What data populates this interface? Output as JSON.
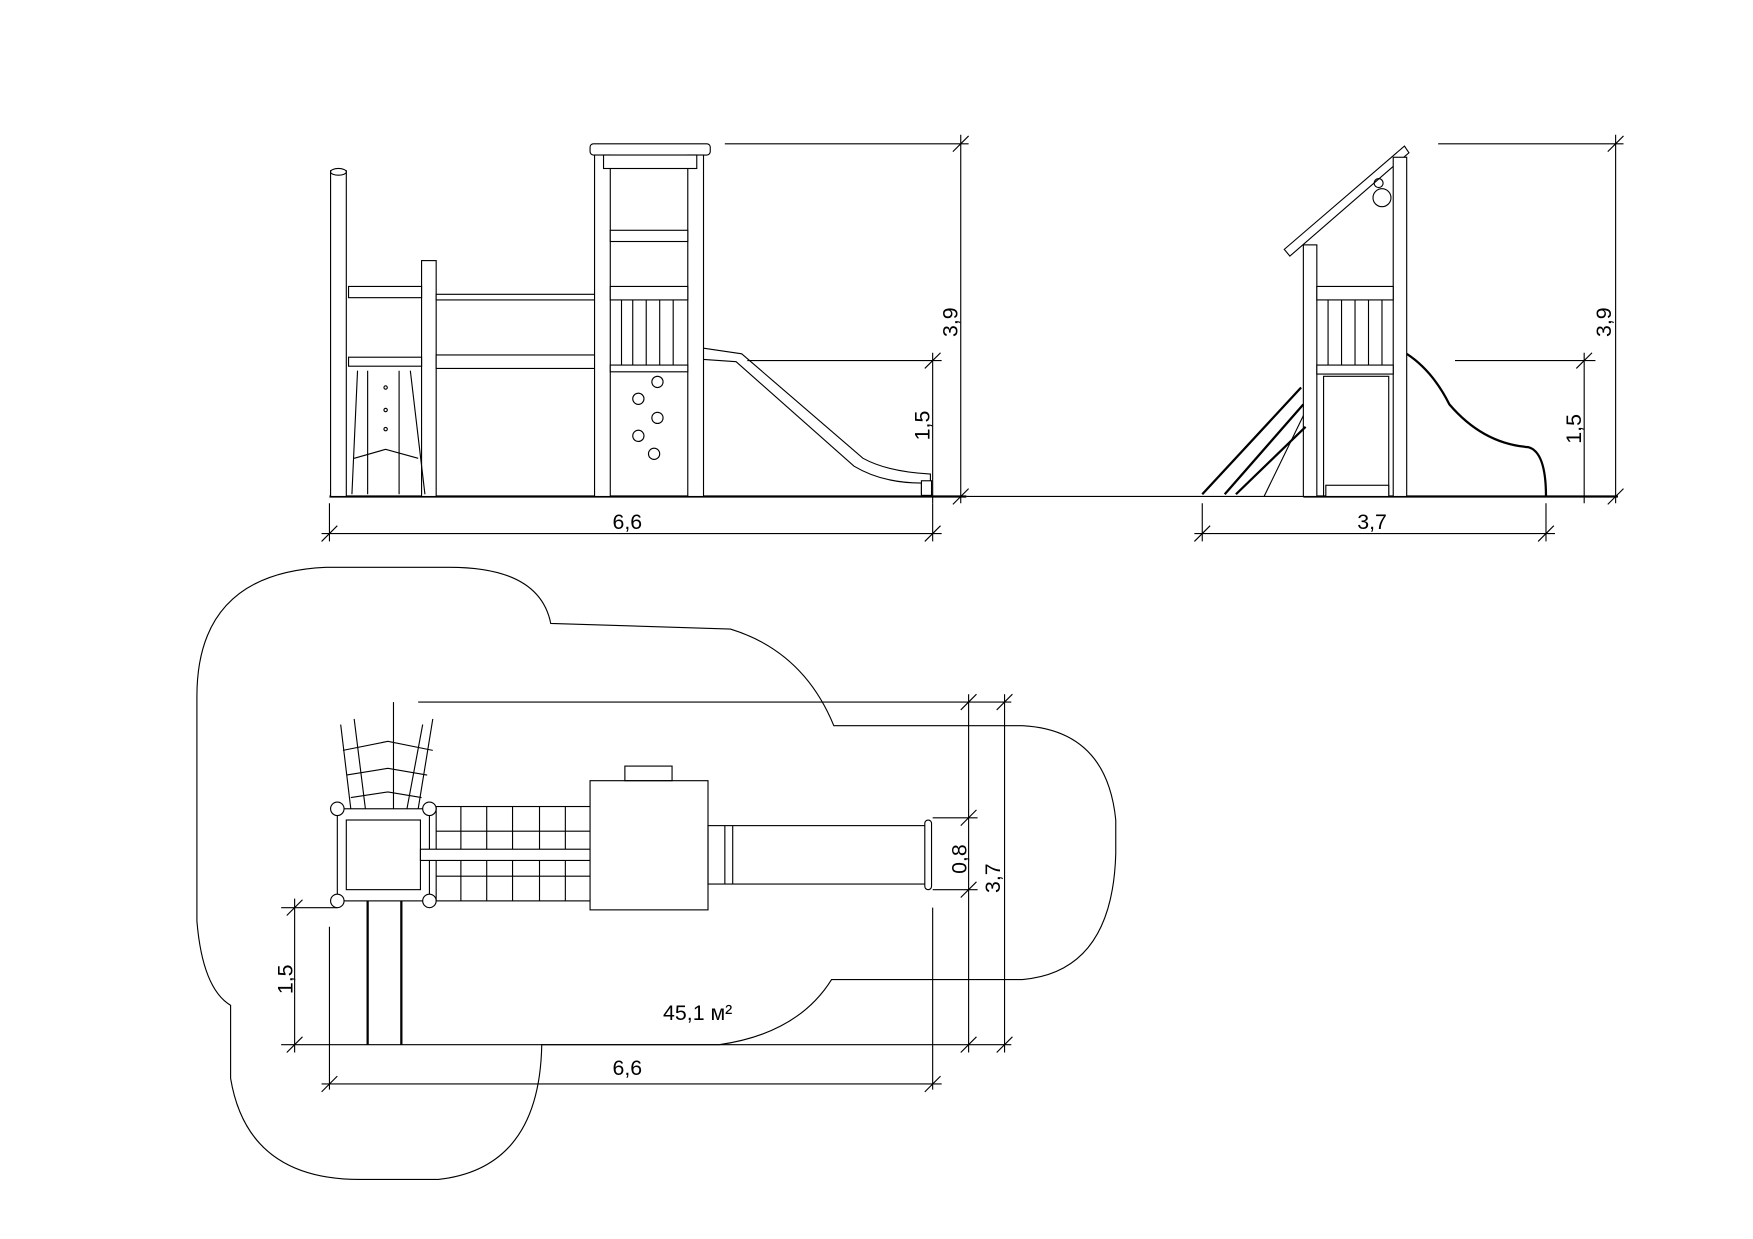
{
  "front_view": {
    "height_total": "3,9",
    "platform_height": "1,5",
    "width": "6,6"
  },
  "side_view": {
    "height_total": "3,9",
    "platform_height": "1,5",
    "width": "3,7"
  },
  "plan_view": {
    "slide_width": "0,8",
    "depth": "3,7",
    "ladder_length": "1,5",
    "width": "6,6",
    "area": "45,1 м²"
  }
}
